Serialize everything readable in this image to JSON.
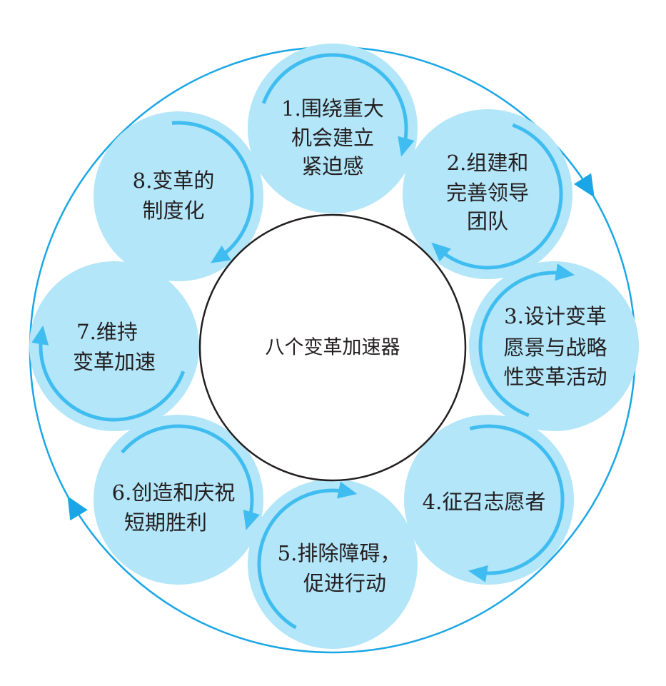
{
  "title": "八个变革加速器",
  "colors": {
    "ring": "#1aa6e6",
    "bubble": "#b3e6f9",
    "arc": "#40bdf0",
    "center_fill": "#ffffff",
    "center_stroke": "#231f20",
    "text": "#231f20"
  },
  "accelerators": [
    {
      "step": 1,
      "lines": [
        "1.围绕重大",
        "机会建立",
        "紧迫感"
      ]
    },
    {
      "step": 2,
      "lines": [
        "2.组建和",
        "完善领导",
        "团队"
      ]
    },
    {
      "step": 3,
      "lines": [
        "3.设计变革",
        "愿景与战略",
        "性变革活动"
      ]
    },
    {
      "step": 4,
      "lines": [
        "4.征召志愿者"
      ]
    },
    {
      "step": 5,
      "lines": [
        "5.排除障碍，",
        "促进行动"
      ]
    },
    {
      "step": 6,
      "lines": [
        "6.创造和庆祝",
        "短期胜利"
      ]
    },
    {
      "step": 7,
      "lines": [
        "7.维持",
        "变革加速"
      ]
    },
    {
      "step": 8,
      "lines": [
        "8.变革的",
        "制度化"
      ]
    }
  ]
}
